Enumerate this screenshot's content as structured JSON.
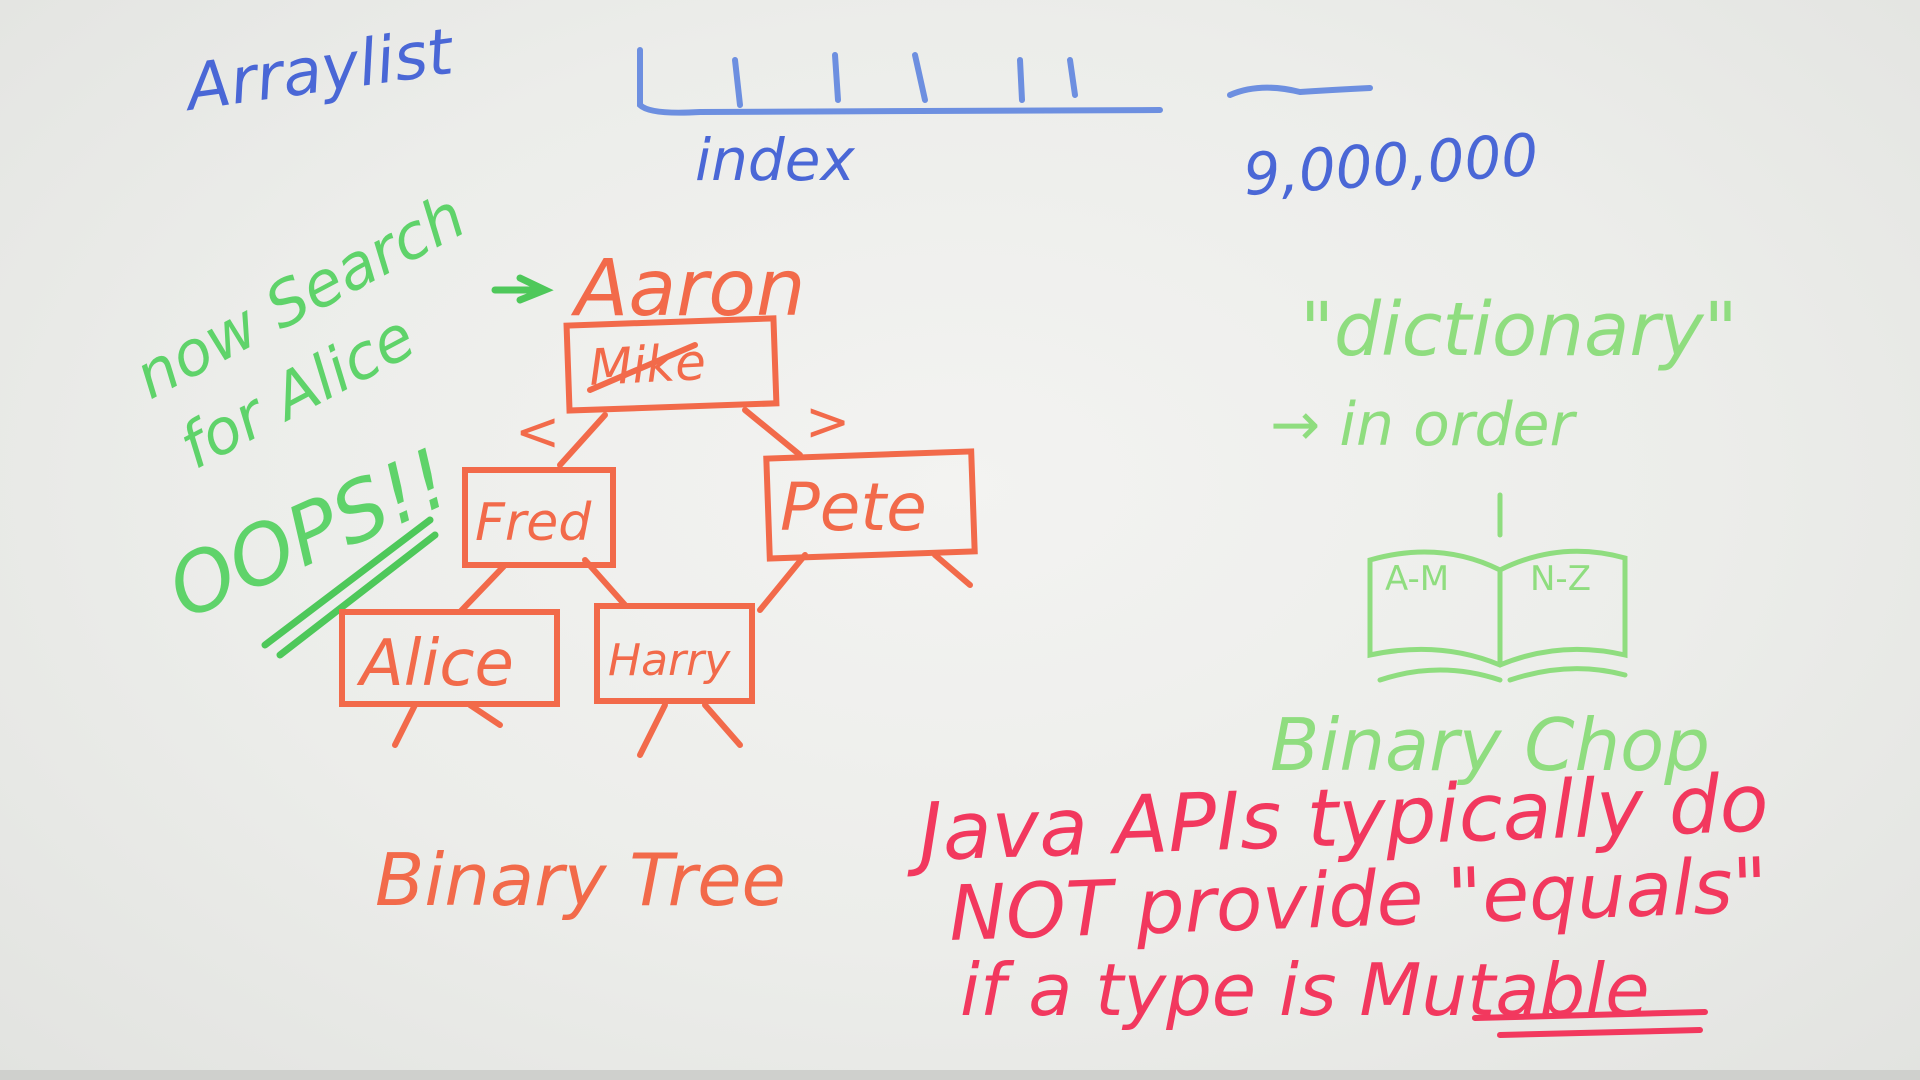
{
  "board": {
    "top_left": "Arraylist",
    "top_index": "index",
    "top_number": "9,000,000",
    "tree_root": "Aaron",
    "tree_node_struck": "Mike",
    "tree_left": "Fred",
    "tree_right": "Pete",
    "tree_leaf_1": "Alice",
    "tree_leaf_2": "Harry",
    "less_than": "<",
    "greater_than": ">",
    "search_line1": "now Search",
    "search_line2": "for Alice",
    "oops": "OOPS!!",
    "tree_caption": "Binary Tree",
    "dict_word": "\"dictionary\"",
    "in_order": "→ in order",
    "book_left": "A-M",
    "book_right": "N-Z",
    "binary_chop": "Binary Chop",
    "java_line1": "Java APIs typically do",
    "java_line2": "NOT provide \"equals\"",
    "java_line3": "if a type is Mutable"
  },
  "colors": {
    "blue": "#4a67d6",
    "orange": "#f26a4a",
    "green": "#5fd36a",
    "light_green": "#8fdd7f",
    "red": "#f2385e"
  }
}
